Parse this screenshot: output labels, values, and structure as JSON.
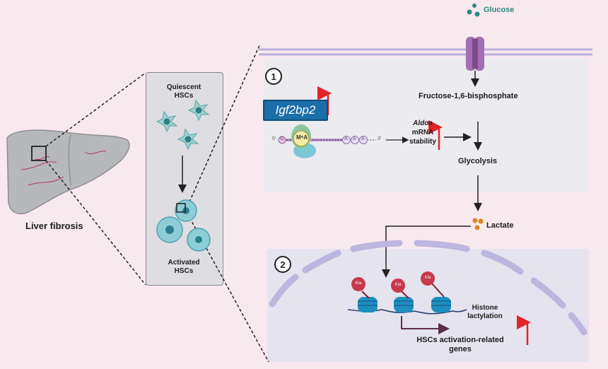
{
  "liver_label": "Liver fibrosis",
  "quiescent_label": "Quiescent\nHSCs",
  "activated_label": "Activated\nHSCs",
  "glucose_label": "Glucose",
  "step1_number": "1",
  "step2_number": "2",
  "gene_name": "Igf2bp2",
  "m6a_label": "M⁶A",
  "five_prime": "5'",
  "three_prime": "3'",
  "g_label": "G",
  "poly_a": [
    "A",
    "A",
    "A"
  ],
  "aldoa_label": "Aldoa",
  "mrna_label": "mRNA",
  "stability_label": "stability",
  "fructose_label": "Fructose-1,6-bisphosphate",
  "glycolysis_label": "Glycolysis",
  "lactate_label": "Lactate",
  "kla_label": "Kla",
  "histone_label": "Histone\nlactylation",
  "genes_label": "HSCs activation-related\ngenes",
  "colors": {
    "background": "#f8e9ee",
    "up_arrow": "#e0242a",
    "gene_box": "#1b6fa8",
    "channel": "#a36fb3",
    "glucose": "#2a8b82",
    "lactate": "#d88a26",
    "nucleosome": "#1d8fbf",
    "kla": "#c7394b"
  }
}
